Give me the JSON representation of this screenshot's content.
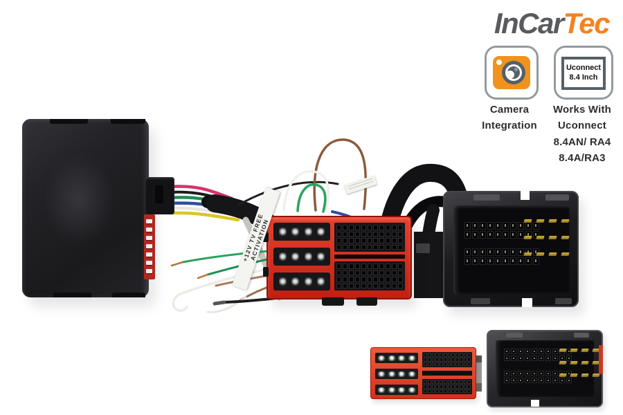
{
  "brand": {
    "logo_primary": "InCar",
    "logo_accent": "Tec"
  },
  "badges": {
    "camera": {
      "icon": "camera-icon",
      "caption": "Camera\nIntegration"
    },
    "uconnect": {
      "icon": "display-icon",
      "screen_text": "Uconnect\n8.4 Inch",
      "caption": "Works With\nUconnect\n8.4AN/ RA4\n8.4A/RA3"
    }
  },
  "photo": {
    "harness_label": "+12V TV FREE\nACTIVATION"
  },
  "colors": {
    "logo_gray": "#595a5d",
    "logo_orange": "#f5821f",
    "badge_orange": "#f0931e",
    "connector_red": "#d7261d",
    "connector_black": "#1c1c1f"
  }
}
